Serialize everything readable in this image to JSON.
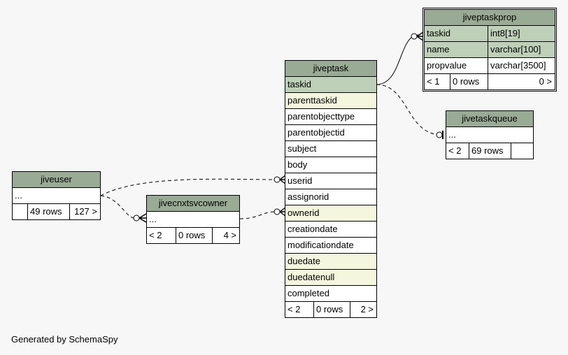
{
  "tables": {
    "jiveptaskprop": {
      "name": "jiveptaskprop",
      "columns": [
        {
          "name": "taskid",
          "type": "int8[19]"
        },
        {
          "name": "name",
          "type": "varchar[100]"
        },
        {
          "name": "propvalue",
          "type": "varchar[3500]"
        }
      ],
      "footer": {
        "parents": "< 1",
        "rows": "0 rows",
        "children": "0 >"
      }
    },
    "jiveptask": {
      "name": "jiveptask",
      "columns": [
        "taskid",
        "parenttaskid",
        "parentobjecttype",
        "parentobjectid",
        "subject",
        "body",
        "userid",
        "assignorid",
        "ownerid",
        "creationdate",
        "modificationdate",
        "duedate",
        "duedatenull",
        "completed"
      ],
      "footer": {
        "parents": "< 2",
        "rows": "0 rows",
        "children": "2 >"
      }
    },
    "jivetaskqueue": {
      "name": "jivetaskqueue",
      "columns": [
        "..."
      ],
      "footer": {
        "parents": "< 2",
        "rows": "69 rows",
        "children": ""
      }
    },
    "jiveuser": {
      "name": "jiveuser",
      "columns": [
        "..."
      ],
      "footer": {
        "parents": "",
        "rows": "49 rows",
        "children": "127 >"
      }
    },
    "jivecnxtsvcowner": {
      "name": "jivecnxtsvcowner",
      "columns": [
        "..."
      ],
      "footer": {
        "parents": "< 2",
        "rows": "0 rows",
        "children": "4 >"
      }
    }
  },
  "colors": {
    "header": "#9aab95",
    "primary_key": "#bfd0b9",
    "indexed": "#f4f7dd",
    "background": "#f7f7f7"
  },
  "footer_text": "Generated by SchemaSpy"
}
